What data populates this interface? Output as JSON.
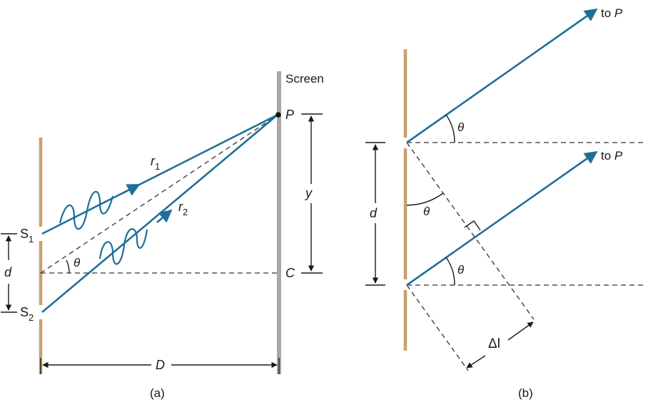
{
  "panel_a": {
    "caption": "(a)",
    "screen_label": "Screen",
    "point_label": "P",
    "center_label": "C",
    "ray1_label": "r",
    "ray1_sub": "1",
    "ray2_label": "r",
    "ray2_sub": "2",
    "slit1_label": "S",
    "slit1_sub": "1",
    "slit2_label": "S",
    "slit2_sub": "2",
    "separation_label": "d",
    "distance_label": "D",
    "height_label": "y",
    "angle_label": "θ"
  },
  "panel_b": {
    "caption": "(b)",
    "to_p_top": "to ",
    "to_p_top_p": "P",
    "to_p_bottom": "to ",
    "to_p_bottom_p": "P",
    "separation_label": "d",
    "angle_top": "θ",
    "angle_mid": "θ",
    "angle_bottom": "θ",
    "path_diff_label": "Δl"
  },
  "colors": {
    "ray": "#1f6f98",
    "barrier": "#c8a06a",
    "screen": "#a8a8a8"
  }
}
